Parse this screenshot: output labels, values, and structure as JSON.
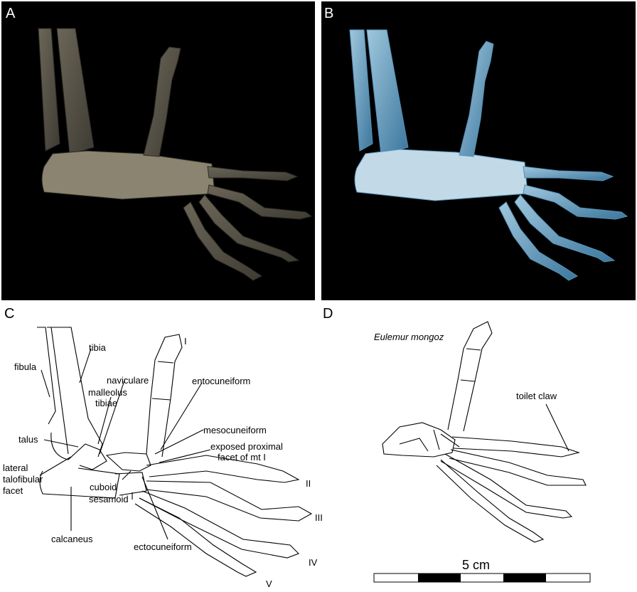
{
  "panels": {
    "a": {
      "letter": "A"
    },
    "b": {
      "letter": "B"
    },
    "c": {
      "letter": "C"
    },
    "d": {
      "letter": "D"
    }
  },
  "labels_c": {
    "tibia": "tibia",
    "fibula": "fibula",
    "naviculare": "naviculare",
    "entocuneiform": "entocuneiform",
    "malleolus_line1": "malleolus",
    "malleolus_line2": "tibiae",
    "talus": "talus",
    "mesocuneiform": "mesocuneiform",
    "exposed_line1": "exposed proximal",
    "exposed_line2": "facet of mt I",
    "lateral_line1": "lateral",
    "lateral_line2": "talofibular",
    "lateral_line3": "facet",
    "cuboid": "cuboid",
    "sesamoid": "sesamoid",
    "calcaneus": "calcaneus",
    "ectocuneiform": "ectocuneiform",
    "digit_1": "I",
    "digit_2": "II",
    "digit_3": "III",
    "digit_4": "IV",
    "digit_5": "V"
  },
  "labels_d": {
    "species": "Eulemur mongoz",
    "toilet_claw": "toilet claw"
  },
  "scale_bar": {
    "label": "5 cm"
  },
  "colors": {
    "photo_background": "#000000",
    "specimen_photo": "#5e5a50",
    "specimen_xray": "#6fa8c8"
  }
}
